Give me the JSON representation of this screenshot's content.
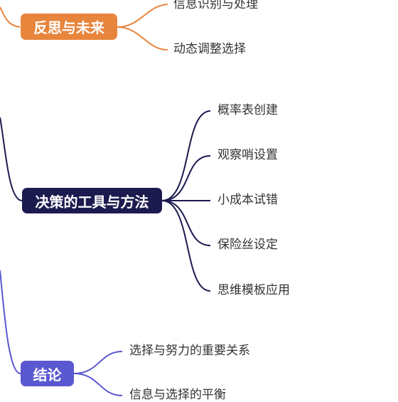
{
  "colors": {
    "orange": "#e8853d",
    "navy": "#1c1b4f",
    "purple": "#5a58d0"
  },
  "branches": [
    {
      "id": "reflection",
      "label": "反思与未来",
      "children": [
        "信息识别与处理",
        "动态调整选择"
      ]
    },
    {
      "id": "tools",
      "label": "决策的工具与方法",
      "children": [
        "概率表创建",
        "观察哨设置",
        "小成本试错",
        "保险丝设定",
        "思维模板应用"
      ]
    },
    {
      "id": "conclusion",
      "label": "结论",
      "children": [
        "选择与努力的重要关系",
        "信息与选择的平衡"
      ]
    }
  ]
}
